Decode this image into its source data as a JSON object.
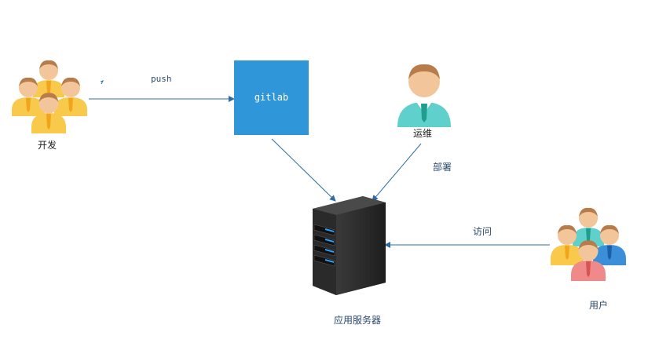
{
  "nodes": {
    "dev": {
      "label": "开发"
    },
    "gitlab": {
      "label": "gitlab"
    },
    "ops": {
      "label": "运维"
    },
    "server": {
      "label": "应用服务器"
    },
    "users": {
      "label": "用户"
    }
  },
  "edges": {
    "push": {
      "label": "push"
    },
    "deploy": {
      "label": "部署"
    },
    "access": {
      "label": "访问"
    }
  },
  "colors": {
    "gitlab_box": "#2f96d9",
    "arrow": "#2e6da4",
    "skin": "#f3c59a",
    "hair": "#b77c4a",
    "shirt_yellow": "#f8c94a",
    "shirt_teal": "#5fd0cb",
    "shirt_blue": "#3a8fd8",
    "shirt_pink": "#f08a8a"
  }
}
